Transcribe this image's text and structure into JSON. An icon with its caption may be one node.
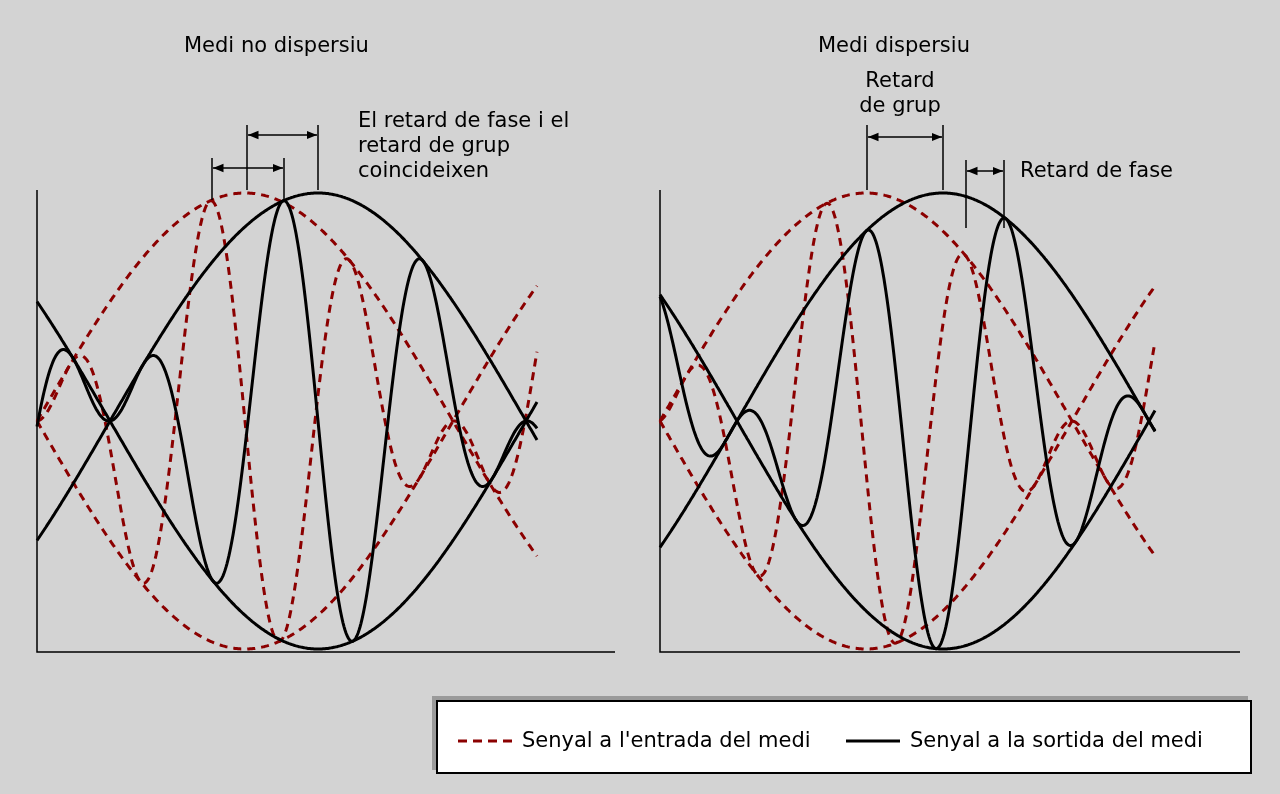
{
  "diagram": {
    "labels": [
      "Medi no dispersiu",
      "El retard de fase i el retard de grup coincideixen",
      "Medi dispersiu",
      "Retard de grup",
      "Retard de fase"
    ],
    "legend": [
      {
        "text": "Senyal a l'entrada del medi"
      },
      {
        "text": "Senyal a la sortida del medi"
      }
    ]
  }
}
